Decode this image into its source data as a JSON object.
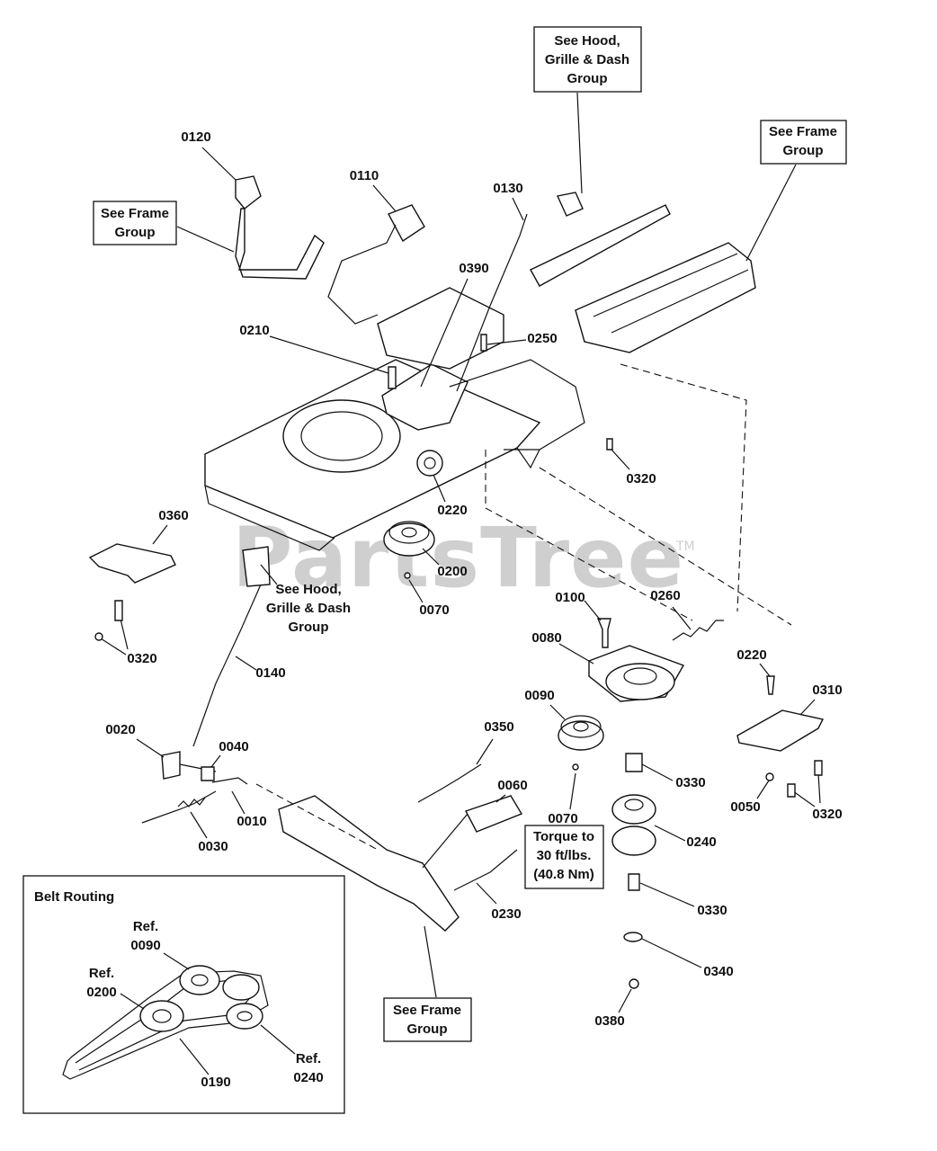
{
  "watermark": {
    "text": "PartsTree",
    "tm": "TM"
  },
  "callouts": {
    "hood_top": [
      "See Hood,",
      "Grille & Dash",
      "Group"
    ],
    "frame_right": [
      "See Frame",
      "Group"
    ],
    "frame_left": [
      "See Frame",
      "Group"
    ],
    "hood_mid": [
      "See Hood,",
      "Grille & Dash",
      "Group"
    ],
    "frame_bottom": [
      "See Frame",
      "Group"
    ],
    "torque": [
      "Torque to",
      "30 ft/lbs.",
      "(40.8 Nm)"
    ]
  },
  "part_labels": {
    "p0120": "0120",
    "p0110": "0110",
    "p0130": "0130",
    "p0390": "0390",
    "p0210": "0210",
    "p0250": "0250",
    "p0320_top": "0320",
    "p0220_top": "0220",
    "p0360": "0360",
    "p0200": "0200",
    "p0070_top": "0070",
    "p0320_left": "0320",
    "p0140": "0140",
    "p0100": "0100",
    "p0260": "0260",
    "p0080": "0080",
    "p0090": "0090",
    "p0220_right": "0220",
    "p0310": "0310",
    "p0020": "0020",
    "p0040": "0040",
    "p0350": "0350",
    "p0060": "0060",
    "p0330_top": "0330",
    "p0010": "0010",
    "p0030": "0030",
    "p0070_mid": "0070",
    "p0050": "0050",
    "p0320_right": "0320",
    "p0240": "0240",
    "p0230": "0230",
    "p0330_low": "0330",
    "p0340": "0340",
    "p0380": "0380"
  },
  "inset": {
    "title": "Belt Routing",
    "ref0090": [
      "Ref.",
      "0090"
    ],
    "ref0200": [
      "Ref.",
      "0200"
    ],
    "ref0240": [
      "Ref.",
      "0240"
    ],
    "p0190": "0190"
  }
}
